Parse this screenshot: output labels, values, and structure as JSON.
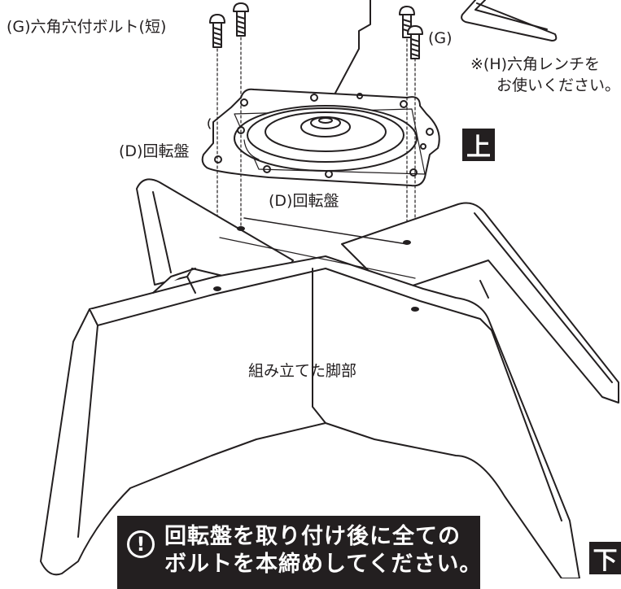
{
  "labels": {
    "bolt_short": "(G)六角穴付ボルト(短)",
    "bolt_g": "(G)",
    "wrench_note_line1": "※(H)六角レンチを",
    "wrench_note_line2": "お使いください。",
    "turntable_left": "(D)回転盤",
    "turntable_center": "(D)回転盤",
    "assembled_base": "組み立てた脚部"
  },
  "side_marks": {
    "top": "上",
    "bottom": "下"
  },
  "notice": {
    "icon": "!",
    "line1": "回転盤を取り付け後に全ての",
    "line2": "ボルトを本締めしてください。"
  },
  "colors": {
    "ink": "#231f20",
    "paper": "#ffffff"
  }
}
